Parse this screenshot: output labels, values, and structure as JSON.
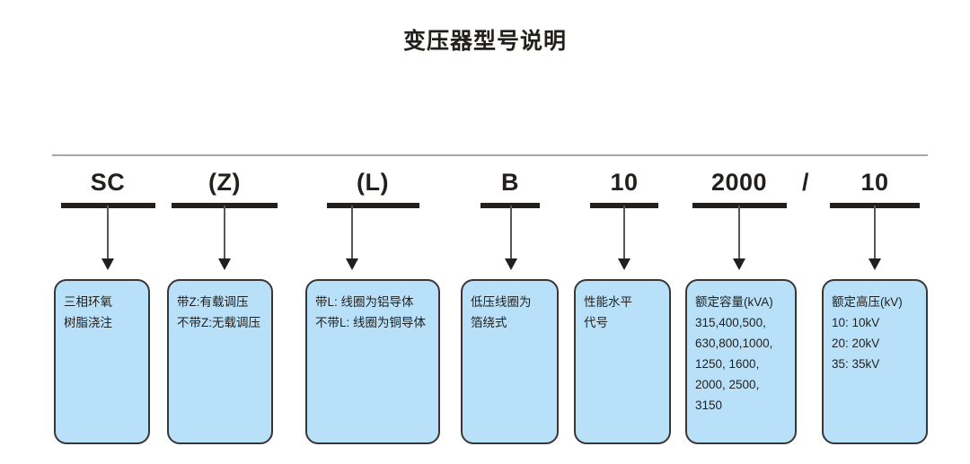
{
  "title": "变压器型号说明",
  "colors": {
    "box_fill": "#b8e0f8",
    "box_border": "#3b3634",
    "text": "#231f1c",
    "rule": "#a9a6a4",
    "arrow": "#5b5755"
  },
  "separator": "/",
  "segments": [
    {
      "code": "SC",
      "lines": [
        "三相环氧",
        "树脂浇注"
      ]
    },
    {
      "code": "(Z)",
      "lines": [
        "带Z:有载调压",
        "不带Z:无载调压"
      ]
    },
    {
      "code": "(L)",
      "lines": [
        "带L: 线圈为铝导体",
        "不带L: 线圈为铜导体"
      ]
    },
    {
      "code": "B",
      "lines": [
        "低压线圈为",
        "箔绕式"
      ]
    },
    {
      "code": "10",
      "lines": [
        "性能水平",
        "代号"
      ]
    },
    {
      "code": "2000",
      "lines": [
        "额定容量(kVA)",
        "315,400,500,",
        "630,800,1000,",
        "1250, 1600,",
        "2000, 2500,",
        "3150"
      ]
    },
    {
      "code": "10",
      "lines": [
        "额定高压(kV)",
        "10: 10kV",
        "20: 20kV",
        "35: 35kV"
      ]
    }
  ]
}
